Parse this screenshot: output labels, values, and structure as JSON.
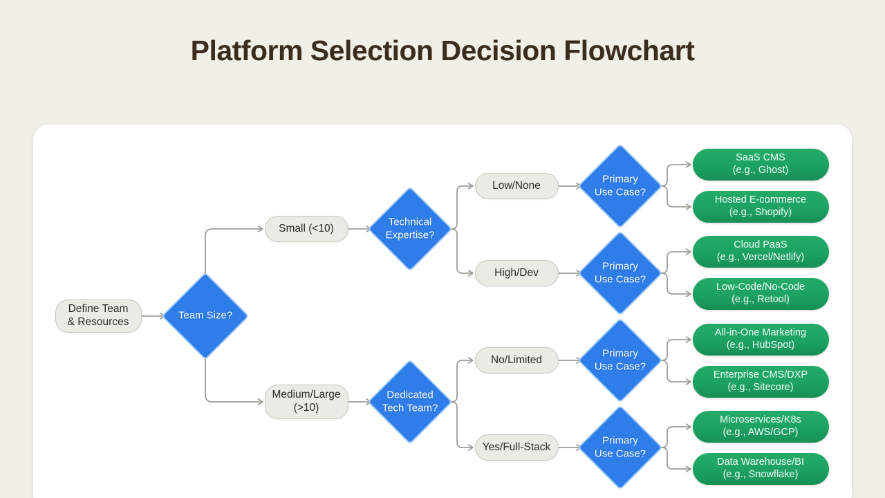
{
  "title": "Platform Selection Decision Flowchart",
  "colors": {
    "page_bg": "#f0efe8",
    "canvas_bg": "#ffffff",
    "title_text": "#3a2d1e",
    "decision_fill": "#2e7de9",
    "decision_rim": "#a7cdf7",
    "decision_text": "#ffffff",
    "process_fill": "#ebebe6",
    "process_border": "#c6c6c0",
    "process_text": "#2b2b27",
    "result_fill": "#1ca162",
    "result_text": "#f2fcf6",
    "connector": "#9d9d96"
  },
  "flowchart": {
    "nodes": [
      {
        "id": "define-team",
        "type": "process",
        "lines": [
          "Define Team",
          "& Resources"
        ]
      },
      {
        "id": "team-size",
        "type": "decision",
        "lines": [
          "Team Size?"
        ]
      },
      {
        "id": "small",
        "type": "process",
        "lines": [
          "Small (<10)"
        ]
      },
      {
        "id": "medium-large",
        "type": "process",
        "lines": [
          "Medium/Large",
          "(>10)"
        ]
      },
      {
        "id": "technical-expertise",
        "type": "decision",
        "lines": [
          "Technical",
          "Expertise?"
        ]
      },
      {
        "id": "dedicated-tech-team",
        "type": "decision",
        "lines": [
          "Dedicated",
          "Tech Team?"
        ]
      },
      {
        "id": "low-none",
        "type": "process",
        "lines": [
          "Low/None"
        ]
      },
      {
        "id": "high-dev",
        "type": "process",
        "lines": [
          "High/Dev"
        ]
      },
      {
        "id": "no-limited",
        "type": "process",
        "lines": [
          "No/Limited"
        ]
      },
      {
        "id": "yes-full-stack",
        "type": "process",
        "lines": [
          "Yes/Full-Stack"
        ]
      },
      {
        "id": "primary-use-case-1",
        "type": "decision",
        "lines": [
          "Primary",
          "Use Case?"
        ]
      },
      {
        "id": "primary-use-case-2",
        "type": "decision",
        "lines": [
          "Primary",
          "Use Case?"
        ]
      },
      {
        "id": "primary-use-case-3",
        "type": "decision",
        "lines": [
          "Primary",
          "Use Case?"
        ]
      },
      {
        "id": "primary-use-case-4",
        "type": "decision",
        "lines": [
          "Primary",
          "Use Case?"
        ]
      },
      {
        "id": "saas-cms",
        "type": "result",
        "lines": [
          "SaaS CMS",
          "(e.g., Ghost)"
        ]
      },
      {
        "id": "hosted-ecommerce",
        "type": "result",
        "lines": [
          "Hosted E-commerce",
          "(e.g., Shopify)"
        ]
      },
      {
        "id": "cloud-paas",
        "type": "result",
        "lines": [
          "Cloud PaaS",
          "(e.g., Vercel/Netlify)"
        ]
      },
      {
        "id": "low-code-no-code",
        "type": "result",
        "lines": [
          "Low-Code/No-Code",
          "(e.g., Retool)"
        ]
      },
      {
        "id": "all-in-one-marketing",
        "type": "result",
        "lines": [
          "All-in-One Marketing",
          "(e.g., HubSpot)"
        ]
      },
      {
        "id": "enterprise-cms-dxp",
        "type": "result",
        "lines": [
          "Enterprise CMS/DXP",
          "(e.g., Sitecore)"
        ]
      },
      {
        "id": "microservices-k8s",
        "type": "result",
        "lines": [
          "Microservices/K8s",
          "(e.g., AWS/GCP)"
        ]
      },
      {
        "id": "data-warehouse-bi",
        "type": "result",
        "lines": [
          "Data Warehouse/BI",
          "(e.g., Snowflake)"
        ]
      }
    ],
    "edges": [
      {
        "from": "define-team",
        "to": "team-size"
      },
      {
        "from": "team-size",
        "to": "small"
      },
      {
        "from": "team-size",
        "to": "medium-large"
      },
      {
        "from": "small",
        "to": "technical-expertise"
      },
      {
        "from": "medium-large",
        "to": "dedicated-tech-team"
      },
      {
        "from": "technical-expertise",
        "to": "low-none"
      },
      {
        "from": "technical-expertise",
        "to": "high-dev"
      },
      {
        "from": "dedicated-tech-team",
        "to": "no-limited"
      },
      {
        "from": "dedicated-tech-team",
        "to": "yes-full-stack"
      },
      {
        "from": "low-none",
        "to": "primary-use-case-1"
      },
      {
        "from": "high-dev",
        "to": "primary-use-case-2"
      },
      {
        "from": "no-limited",
        "to": "primary-use-case-3"
      },
      {
        "from": "yes-full-stack",
        "to": "primary-use-case-4"
      },
      {
        "from": "primary-use-case-1",
        "to": "saas-cms"
      },
      {
        "from": "primary-use-case-1",
        "to": "hosted-ecommerce"
      },
      {
        "from": "primary-use-case-2",
        "to": "cloud-paas"
      },
      {
        "from": "primary-use-case-2",
        "to": "low-code-no-code"
      },
      {
        "from": "primary-use-case-3",
        "to": "all-in-one-marketing"
      },
      {
        "from": "primary-use-case-3",
        "to": "enterprise-cms-dxp"
      },
      {
        "from": "primary-use-case-4",
        "to": "microservices-k8s"
      },
      {
        "from": "primary-use-case-4",
        "to": "data-warehouse-bi"
      }
    ]
  }
}
